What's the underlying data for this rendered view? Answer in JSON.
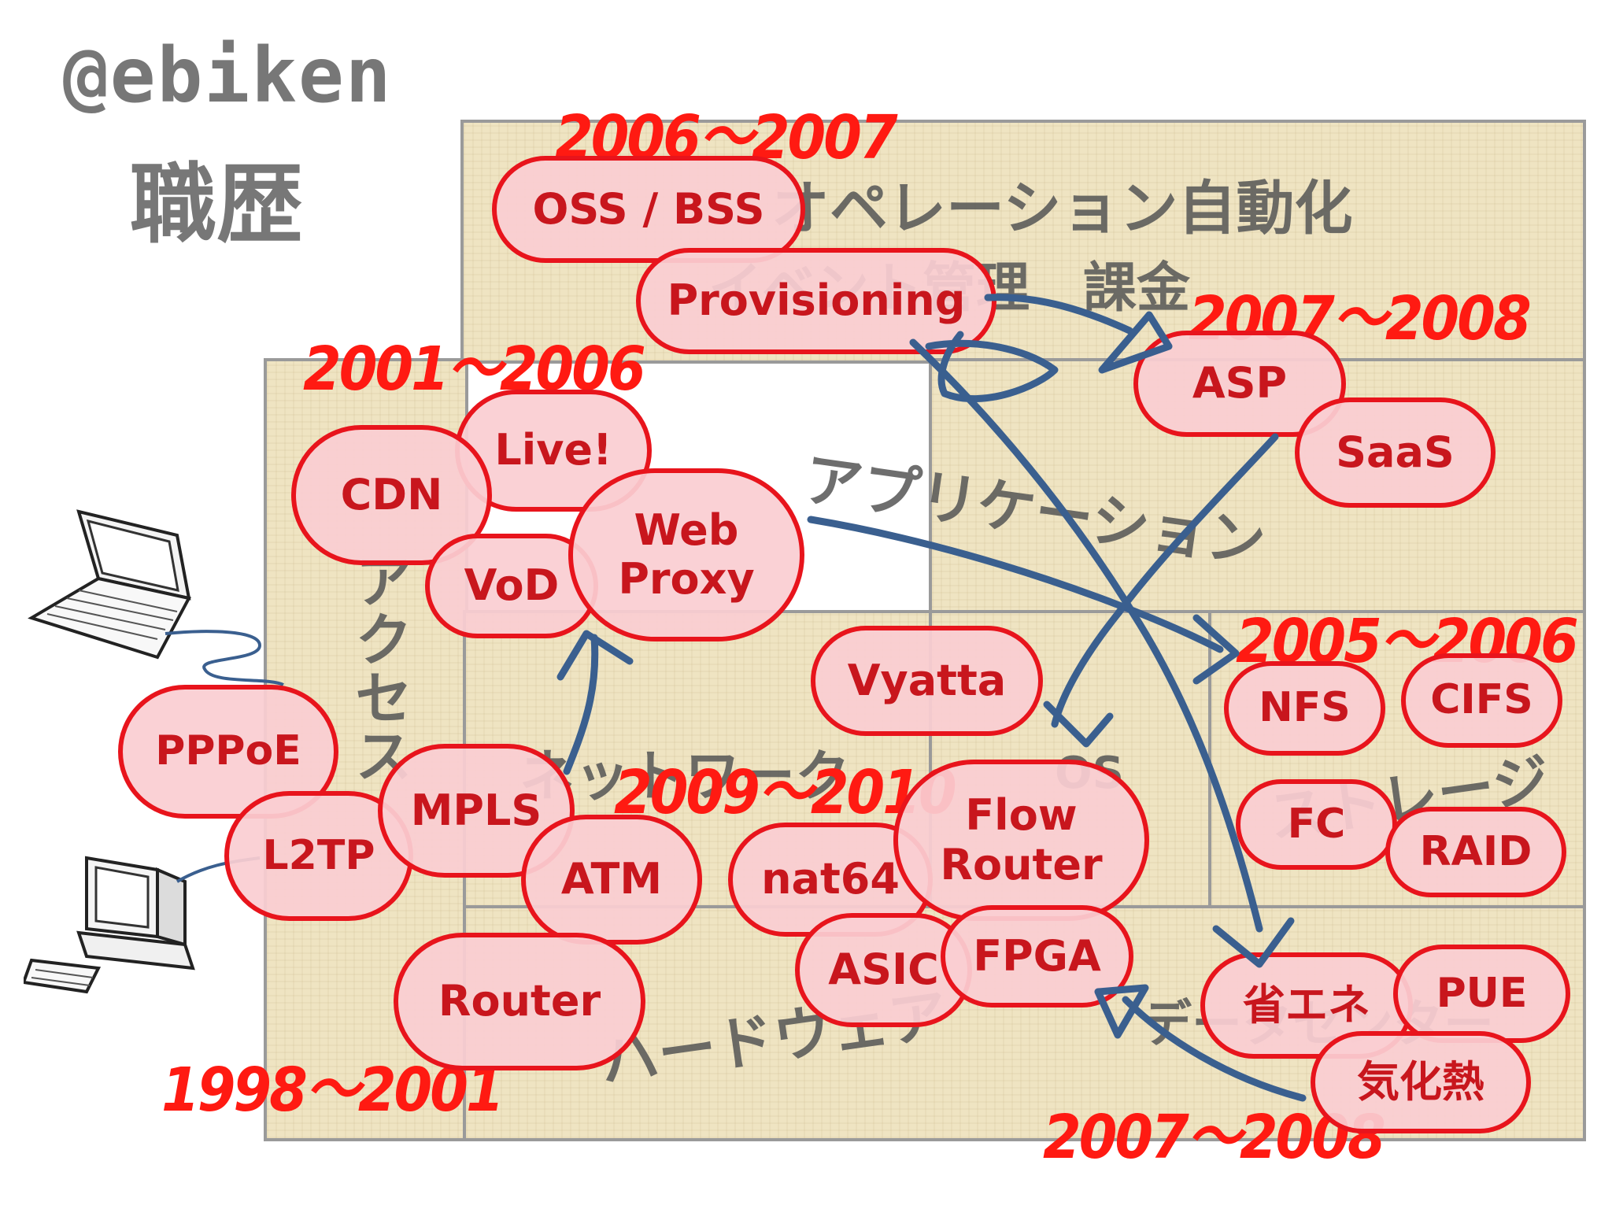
{
  "header": {
    "handle": "@ebiken",
    "subtitle": "職歴"
  },
  "layers": {
    "operations": "オペレーション自動化",
    "operations_sub": "イベント管理　課金",
    "application": "アプリケーション",
    "access": "アクセス",
    "network": "ネットワーク",
    "os": "OS",
    "storage": "ストレージ",
    "datacenter": "データセンター",
    "hardware": "ハードウェア"
  },
  "periods": {
    "p2006_2007": "2006～2007",
    "p2007_2008_top": "2007～2008",
    "p2001_2006": "2001～2006",
    "p2005_2006": "2005～2006",
    "p2009_2010": "2009～2010",
    "p1998_2001": "1998～2001",
    "p2007_2008_bottom": "2007～2008"
  },
  "bubbles": {
    "oss_bss": "OSS / BSS",
    "provisioning": "Provisioning",
    "asp": "ASP",
    "saas": "SaaS",
    "live": "Live!",
    "cdn": "CDN",
    "web_proxy_1": "Web",
    "web_proxy_2": "Proxy",
    "vod": "VoD",
    "vyatta": "Vyatta",
    "nfs": "NFS",
    "cifs": "CIFS",
    "fc": "FC",
    "raid": "RAID",
    "pppoe": "PPPoE",
    "l2tp": "L2TP",
    "mpls": "MPLS",
    "atm": "ATM",
    "nat64": "nat64",
    "flow_router_1": "Flow",
    "flow_router_2": "Router",
    "asic": "ASIC",
    "fpga": "FPGA",
    "router": "Router",
    "energy_saving": "省エネ",
    "pue": "PUE",
    "heat": "気化熱"
  },
  "colors": {
    "accent": "#e8141c",
    "bubble_fill": "#facdd2",
    "arrow": "#3a5f8f",
    "layer_fill": "#efe4c2"
  }
}
